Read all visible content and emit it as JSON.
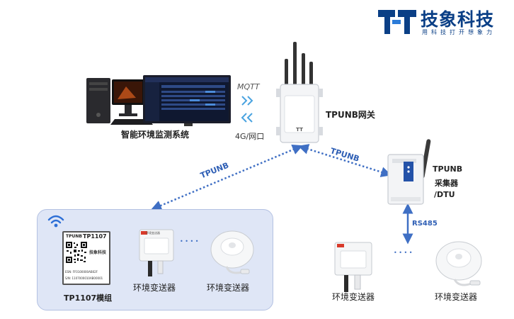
{
  "brand": {
    "name": "技象科技",
    "slogan": "用科技打开想象力",
    "color": "#0a3f86",
    "logo_icon": "tt-logo-icon"
  },
  "nodes": {
    "monitor_system": {
      "label": "智能环境监测系统",
      "icon": "desktop-computer-icon"
    },
    "gateway": {
      "label": "TPUNB网关",
      "icon": "gateway-antenna-icon"
    },
    "collector": {
      "label_line1": "TPUNB",
      "label_line2": "采集器",
      "label_line3": "/DTU",
      "icon": "collector-dtu-icon"
    },
    "module_panel": {
      "label": "TP1107模组",
      "module_brand": "TPUNB",
      "module_model": "TP1107",
      "module_maker": "技象科技",
      "module_esn": "ESN: FF0100000AB02F",
      "module_sn": "S/N: 1107000010AB00001",
      "panel_color": "#dfe6f6",
      "icon": "wifi-icon"
    },
    "transmitters": [
      {
        "label": "环境变送器",
        "icon": "wall-sensor-icon",
        "badge": "环境变送器"
      },
      {
        "label": "环境变送器",
        "icon": "round-sensor-icon"
      },
      {
        "label": "环境变送器",
        "icon": "wall-sensor-icon"
      },
      {
        "label": "环境变送器",
        "icon": "round-sensor-icon"
      }
    ]
  },
  "links": {
    "mqtt": "MQTT",
    "net": "4G/网口",
    "tpunb_left": "TPUNB",
    "tpunb_right": "TPUNB",
    "rs485": "RS485",
    "link_color": "#3f6fc4"
  },
  "ellipsis": "• • • •"
}
